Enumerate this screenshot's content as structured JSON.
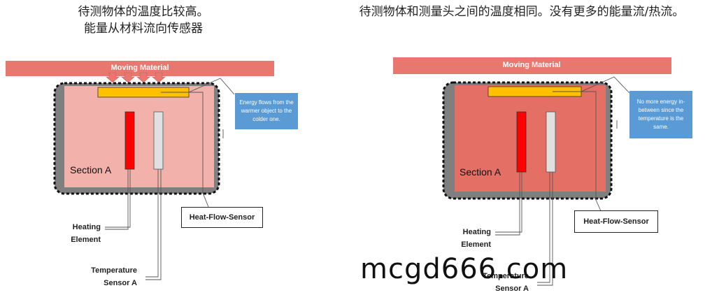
{
  "left": {
    "caption_line1": "待测物体的温度比较高。",
    "caption_line2": "能量从材料流向传感器",
    "material_label": "Moving Material",
    "section_label": "Section A",
    "callout": "Energy flows from the warmer object to the colder one.",
    "hfs_label": "Heat-Flow-Sensor",
    "heating_line1": "Heating",
    "heating_line2": "Element",
    "temp_line1": "Temperature",
    "temp_line2": "Sensor A"
  },
  "right": {
    "caption_line1": "待测物体和测量头之间的温度相同。没有更多的能量流/热流。",
    "material_label": "Moving Material",
    "section_label": "Section A",
    "callout": "No more energy in-between since the temperature is the same.",
    "hfs_label": "Heat-Flow-Sensor",
    "heating_line1": "Heating",
    "heating_line2": "Element",
    "temp_line1": "Temperature",
    "temp_line2": "Sensor A"
  },
  "watermark": "mcgd666.com",
  "colors": {
    "material_bar": "#e8776f",
    "left_section_fill": "#f2b1aa",
    "right_section_fill": "#e46f65",
    "housing": "#7f7f7f",
    "heat_flow_sensor": "#ffc000",
    "heating_element": "#ff0000",
    "temperature_sensor": "#e0e0e0",
    "callout": "#5b9bd5"
  }
}
